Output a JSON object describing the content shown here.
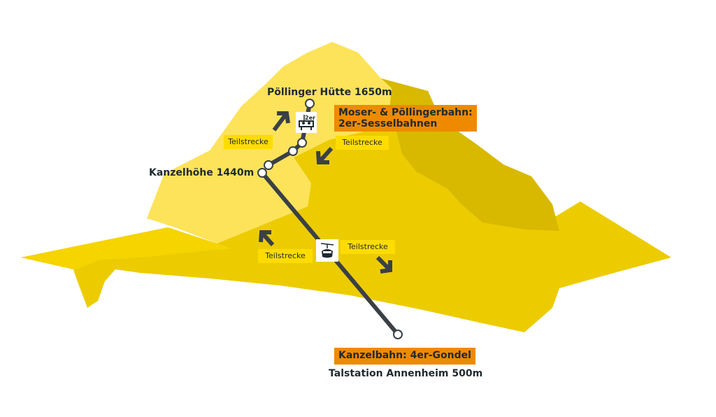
{
  "colors": {
    "mountain_light": "#fde35a",
    "mountain_main": "#eccc00",
    "mountain_dark": "#d8b900",
    "route": "#3a4046",
    "label_yellow": "#ffdc00",
    "label_orange": "#ef8a00"
  },
  "stations": {
    "top": "Pöllinger Hütte 1650m",
    "middle": "Kanzelhöhe 1440m",
    "bottom": "Talstation Annenheim 500m"
  },
  "lifts": {
    "chairlift": "Moser- & Pöllingerbahn:\n2er-Sesselbahnen",
    "gondola": "Kanzelbahn: 4er-Gondel",
    "chair_badge": "2er"
  },
  "sections": [
    "Teilstrecke",
    "Teilstrecke",
    "Teilstrecke",
    "Teilstrecke"
  ]
}
